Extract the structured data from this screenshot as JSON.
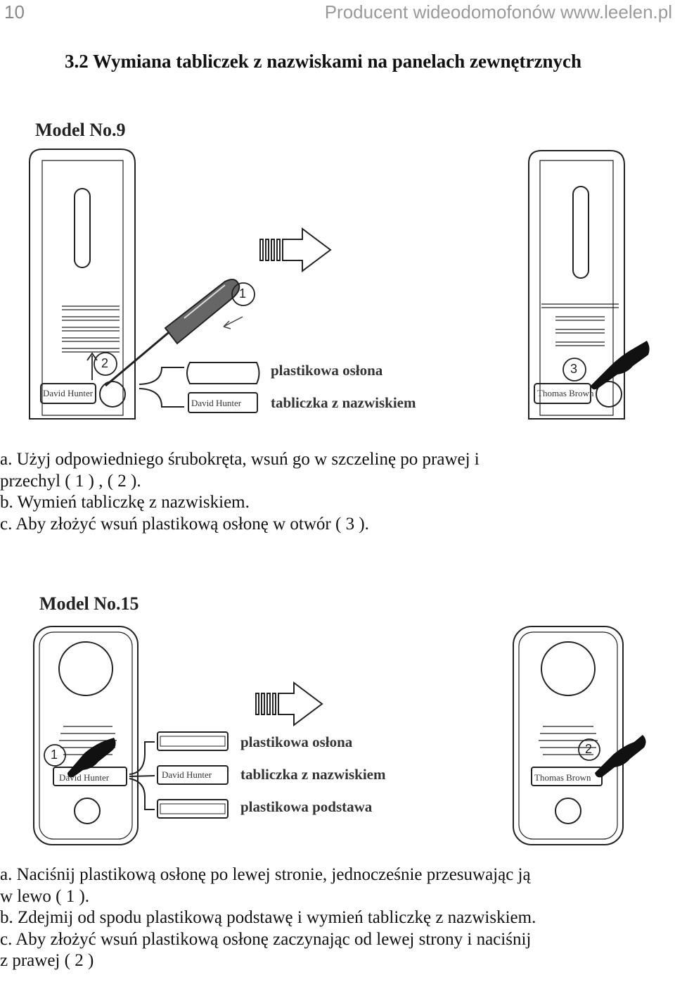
{
  "header": {
    "page_number": "10",
    "right_text": "Producent wideodomofonów www.leelen.pl"
  },
  "section": {
    "title": "3.2  Wymiana tabliczek z nazwiskami na panelach zewnętrznych"
  },
  "model9": {
    "label": "Model No.9",
    "plate_left": "David Hunter",
    "plate_loose": "David Hunter",
    "plate_right": "Thomas Brown",
    "callout_cover": "plastikowa osłona",
    "callout_plate": "tabliczka z nazwiskiem",
    "step1": "1",
    "step2": "2",
    "step3": "3",
    "instructions": [
      "a. Użyj odpowiedniego śrubokręta, wsuń go w szczelinę po prawej i",
      "przechyl ( 1 ) ,  ( 2 ).",
      "b. Wymień tabliczkę z nazwiskiem.",
      "c. Aby złożyć wsuń plastikową osłonę w otwór ( 3 )."
    ]
  },
  "model15": {
    "label": "Model No.15",
    "plate_left": "David Hunter",
    "plate_loose": "David Hunter",
    "plate_right": "Thomas Brown",
    "callout_cover": "plastikowa osłona",
    "callout_plate": "tabliczka z nazwiskiem",
    "callout_base": "plastikowa podstawa",
    "step1": "1",
    "step2": "2",
    "instructions": [
      "a. Naciśnij plastikową osłonę po lewej stronie, jednocześnie przesuwając ją",
      "w lewo ( 1 ).",
      "b. Zdejmij od spodu plastikową podstawę i wymień tabliczkę z nazwiskiem.",
      "c. Aby złożyć wsuń plastikową osłonę zaczynając od lewej strony i naciśnij",
      "z prawej ( 2 )"
    ]
  }
}
